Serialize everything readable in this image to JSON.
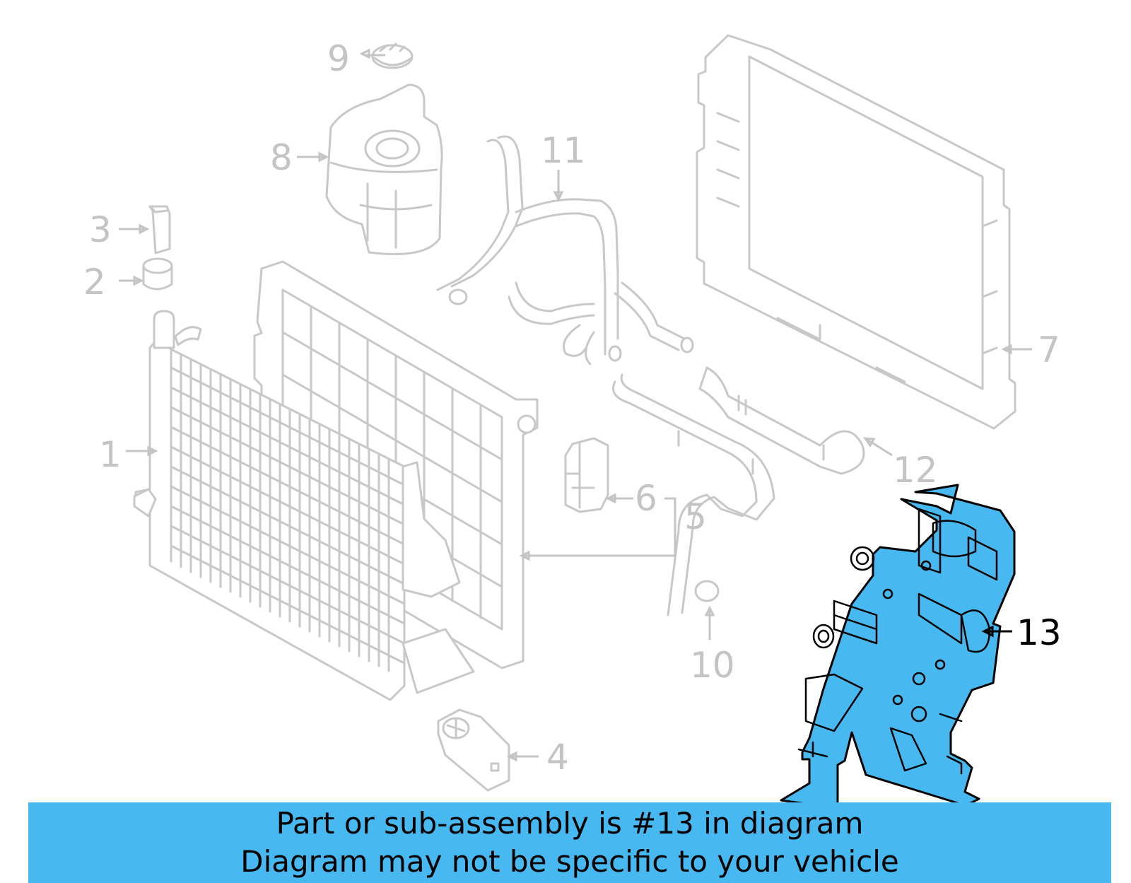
{
  "callouts": [
    {
      "id": "1",
      "text": "1",
      "highlighted": false
    },
    {
      "id": "2",
      "text": "2",
      "highlighted": false
    },
    {
      "id": "3",
      "text": "3",
      "highlighted": false
    },
    {
      "id": "4",
      "text": "4",
      "highlighted": false
    },
    {
      "id": "5",
      "text": "5",
      "highlighted": false
    },
    {
      "id": "6",
      "text": "6",
      "highlighted": false
    },
    {
      "id": "7",
      "text": "7",
      "highlighted": false
    },
    {
      "id": "8",
      "text": "8",
      "highlighted": false
    },
    {
      "id": "9",
      "text": "9",
      "highlighted": false
    },
    {
      "id": "10",
      "text": "10",
      "highlighted": false
    },
    {
      "id": "11",
      "text": "11",
      "highlighted": false
    },
    {
      "id": "12",
      "text": "12",
      "highlighted": false
    },
    {
      "id": "13",
      "text": "13",
      "highlighted": true
    }
  ],
  "banner": {
    "line1": "Part or sub-assembly is #13 in diagram",
    "line2": "Diagram may not be specific to your vehicle"
  },
  "colors": {
    "highlight": "#47b8f0",
    "ghost_line": "#c8c8c8",
    "callout_inactive": "#c4c4c4",
    "callout_active": "#000000"
  }
}
